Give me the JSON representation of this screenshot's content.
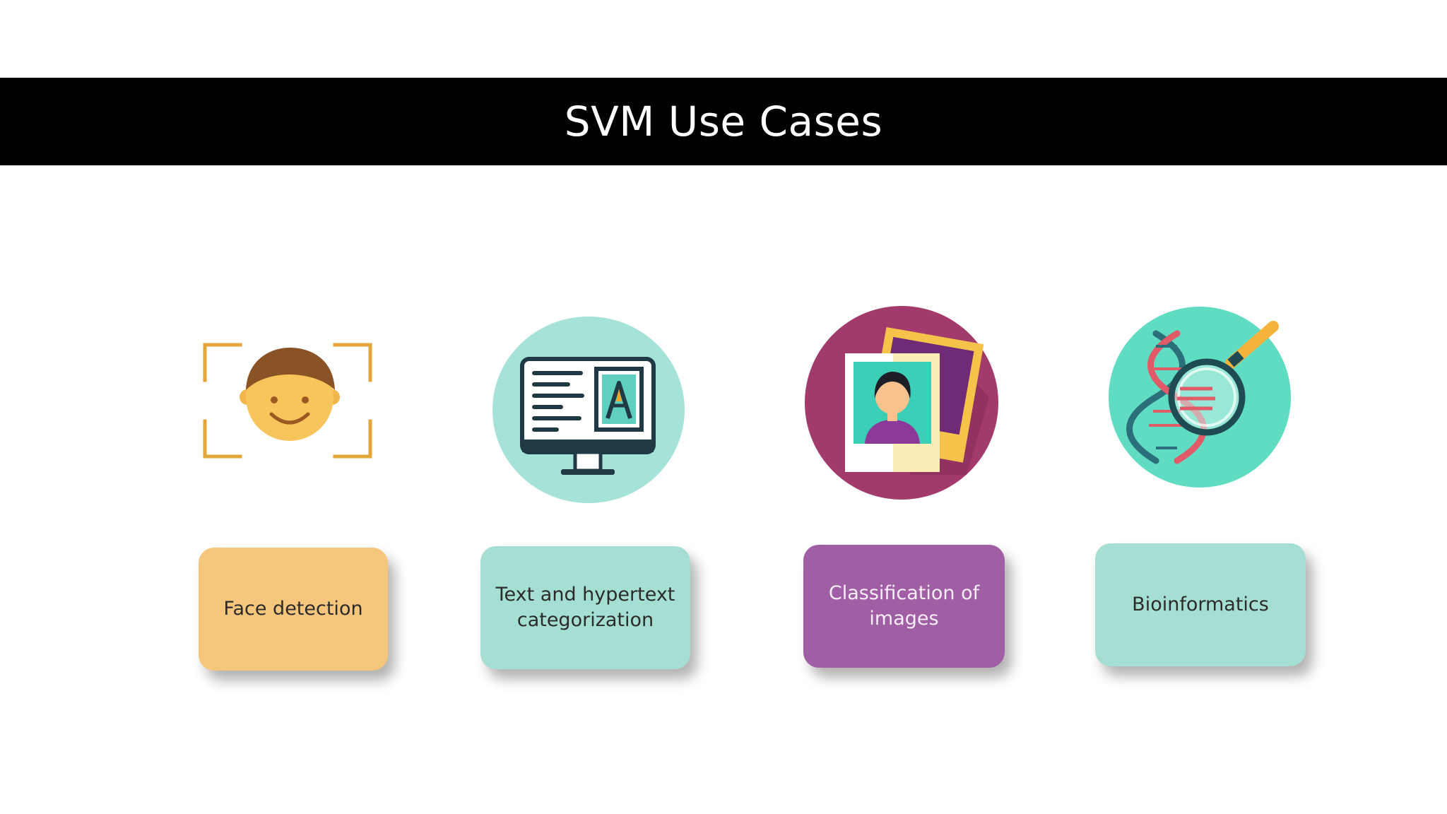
{
  "slide": {
    "title": "SVM Use Cases"
  },
  "use_cases": [
    {
      "label": "Face detection",
      "icon": "face-detection-icon",
      "color": "#f7c67d",
      "text_color": "#2b2b2b"
    },
    {
      "label": "Text and hypertext categorization",
      "icon": "computer-monitor-icon",
      "color": "#a5ded2",
      "text_color": "#2b2b2b"
    },
    {
      "label": "Classification of images",
      "icon": "photo-portrait-icon",
      "color": "#a05ea4",
      "text_color": "#f7eef7"
    },
    {
      "label": "Bioinformatics",
      "icon": "dna-magnifier-icon",
      "color": "#a5ded2",
      "text_color": "#2b2b2b"
    }
  ],
  "colors": {
    "title_bar": "#000000",
    "title_text": "#ffffff",
    "teal_circle": "#a5e2d8",
    "mint_circle": "#5fdcc1",
    "magenta_circle": "#a23a6c",
    "face_orange": "#e4a63b"
  }
}
